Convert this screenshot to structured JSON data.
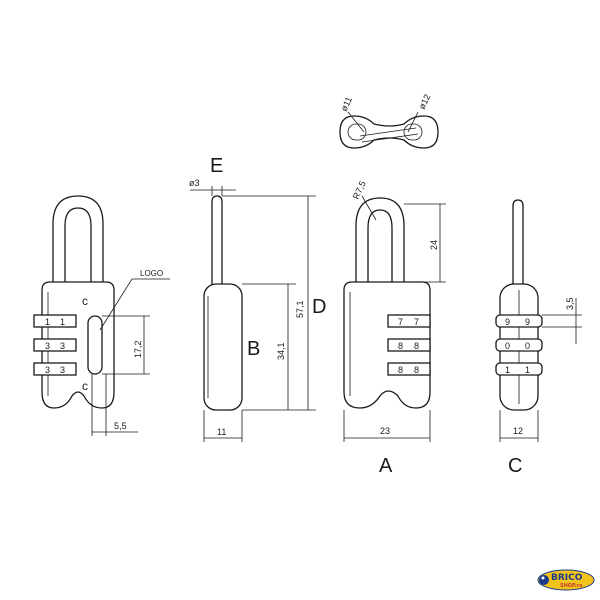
{
  "labels": {
    "view_a": "A",
    "view_b": "B",
    "view_c": "C",
    "view_d": "D",
    "view_e": "E",
    "logo": "LOGO"
  },
  "dimensions": {
    "hole_small": "ø11",
    "hole_large": "ø12",
    "shackle_dia": "ø3",
    "shackle_radius": "R7,5",
    "shackle_height": "24",
    "total_height": "57,1",
    "body_height": "34,1",
    "body_depth": "11",
    "logo_height": "17,2",
    "logo_offset": "5,5",
    "body_width": "23",
    "side_width": "12",
    "wheel_pitch": "3,5"
  },
  "wheel_digits": {
    "front_left": [
      "1",
      "3",
      "3"
    ],
    "front_right": [
      "7",
      "8",
      "8"
    ],
    "side": [
      "9",
      "0",
      "1"
    ]
  },
  "watermark": {
    "brand": "BRICO",
    "sub": "SHOP.ro",
    "colors": {
      "brand": "#1b3a8a",
      "accent": "#f2c31b",
      "sub": "#c0392b"
    }
  }
}
